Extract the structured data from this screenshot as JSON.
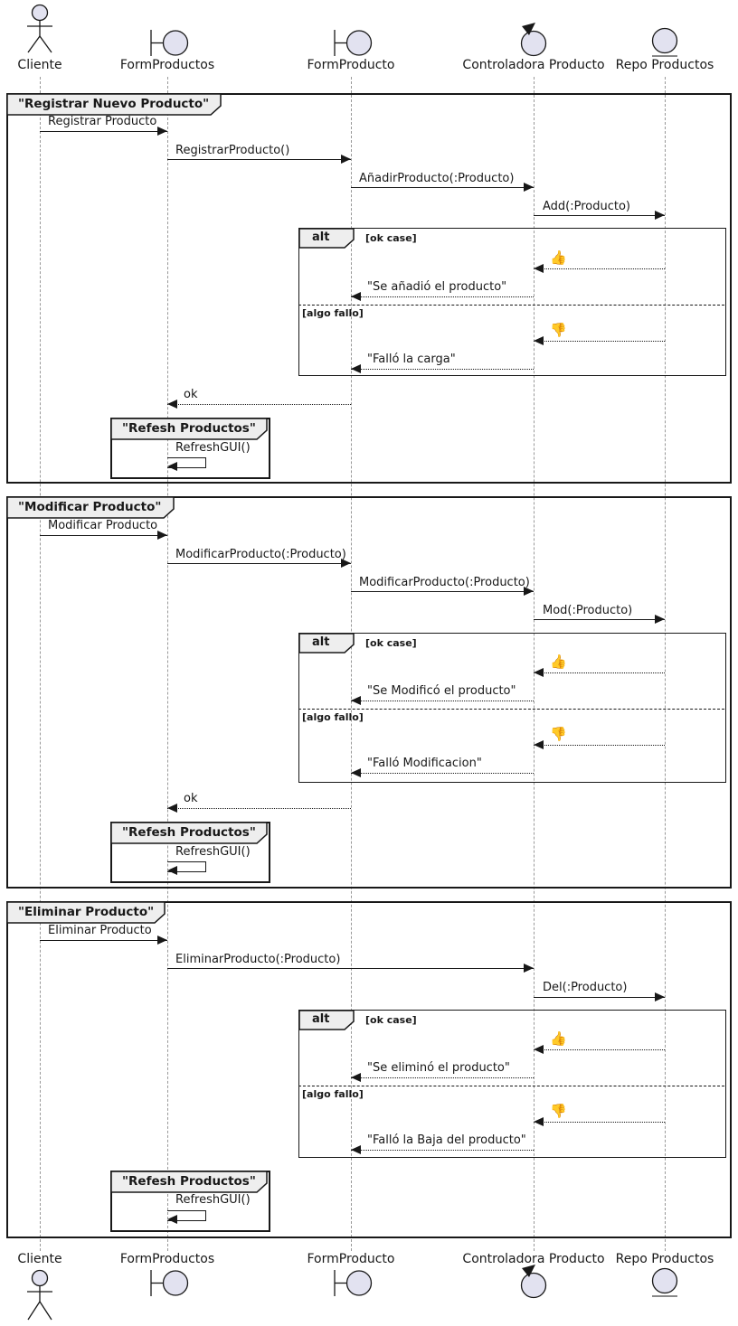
{
  "diagram_type": "uml-sequence-diagram",
  "participants": [
    {
      "label": "Cliente",
      "type": "actor"
    },
    {
      "label": "FormProductos",
      "type": "boundary"
    },
    {
      "label": "FormProducto",
      "type": "boundary"
    },
    {
      "label": "Controladora Producto",
      "type": "control"
    },
    {
      "label": "Repo Productos",
      "type": "entity"
    }
  ],
  "frames": [
    {
      "title": "\"Registrar Nuevo Producto\"",
      "operator": "alt",
      "guards": [
        "[ok case]",
        "[algo fallo]"
      ],
      "messages": [
        {
          "from": "Cliente",
          "to": "FormProductos",
          "style": "solid",
          "label": "Registrar Producto"
        },
        {
          "from": "FormProductos",
          "to": "FormProducto",
          "style": "solid",
          "label": "RegistrarProducto()"
        },
        {
          "from": "FormProducto",
          "to": "Controladora Producto",
          "style": "solid",
          "label": "AñadirProducto(:Producto)"
        },
        {
          "from": "Controladora Producto",
          "to": "Repo Productos",
          "style": "solid",
          "label": "Add(:Producto)"
        },
        {
          "from": "Repo Productos",
          "to": "Controladora Producto",
          "style": "dashed",
          "label": "👍"
        },
        {
          "from": "Controladora Producto",
          "to": "FormProducto",
          "style": "dashed",
          "label": "\"Se añadió el producto\""
        },
        {
          "from": "Repo Productos",
          "to": "Controladora Producto",
          "style": "dashed",
          "label": "👎"
        },
        {
          "from": "Controladora Producto",
          "to": "FormProducto",
          "style": "dashed",
          "label": "\"Falló la carga\""
        },
        {
          "from": "FormProducto",
          "to": "FormProductos",
          "style": "dashed",
          "label": "ok"
        }
      ],
      "sub_frame": {
        "title": "\"Refesh Productos\"",
        "message": "RefreshGUI()"
      }
    },
    {
      "title": "\"Modificar Producto\"",
      "operator": "alt",
      "guards": [
        "[ok case]",
        "[algo fallo]"
      ],
      "messages": [
        {
          "from": "Cliente",
          "to": "FormProductos",
          "style": "solid",
          "label": "Modificar Producto"
        },
        {
          "from": "FormProductos",
          "to": "FormProducto",
          "style": "solid",
          "label": "ModificarProducto(:Producto)"
        },
        {
          "from": "FormProducto",
          "to": "Controladora Producto",
          "style": "solid",
          "label": "ModificarProducto(:Producto)"
        },
        {
          "from": "Controladora Producto",
          "to": "Repo Productos",
          "style": "solid",
          "label": "Mod(:Producto)"
        },
        {
          "from": "Repo Productos",
          "to": "Controladora Producto",
          "style": "dashed",
          "label": "👍"
        },
        {
          "from": "Controladora Producto",
          "to": "FormProducto",
          "style": "dashed",
          "label": "\"Se Modificó el producto\""
        },
        {
          "from": "Repo Productos",
          "to": "Controladora Producto",
          "style": "dashed",
          "label": "👎"
        },
        {
          "from": "Controladora Producto",
          "to": "FormProducto",
          "style": "dashed",
          "label": "\"Falló Modificacion\""
        },
        {
          "from": "FormProducto",
          "to": "FormProductos",
          "style": "dashed",
          "label": "ok"
        }
      ],
      "sub_frame": {
        "title": "\"Refesh Productos\"",
        "message": "RefreshGUI()"
      }
    },
    {
      "title": "\"Eliminar Producto\"",
      "operator": "alt",
      "guards": [
        "[ok case]",
        "[algo fallo]"
      ],
      "messages": [
        {
          "from": "Cliente",
          "to": "FormProductos",
          "style": "solid",
          "label": "Eliminar Producto"
        },
        {
          "from": "FormProductos",
          "to": "Controladora Producto",
          "style": "solid",
          "label": "EliminarProducto(:Producto)"
        },
        {
          "from": "Controladora Producto",
          "to": "Repo Productos",
          "style": "solid",
          "label": "Del(:Producto)"
        },
        {
          "from": "Repo Productos",
          "to": "Controladora Producto",
          "style": "dashed",
          "label": "👍"
        },
        {
          "from": "Controladora Producto",
          "to": "FormProducto",
          "style": "dashed",
          "label": "\"Se eliminó el producto\""
        },
        {
          "from": "Repo Productos",
          "to": "Controladora Producto",
          "style": "dashed",
          "label": "👎"
        },
        {
          "from": "Controladora Producto",
          "to": "FormProducto",
          "style": "dashed",
          "label": "\"Falló la Baja del producto\""
        }
      ],
      "sub_frame": {
        "title": "\"Refesh Productos\"",
        "message": "RefreshGUI()"
      }
    }
  ],
  "colors": {
    "participant_fill": "#E2E2F0",
    "line": "#181818",
    "lifeline": "#999999",
    "frame_header_fill": "#EEEEEE",
    "background": "#FFFFFF"
  }
}
